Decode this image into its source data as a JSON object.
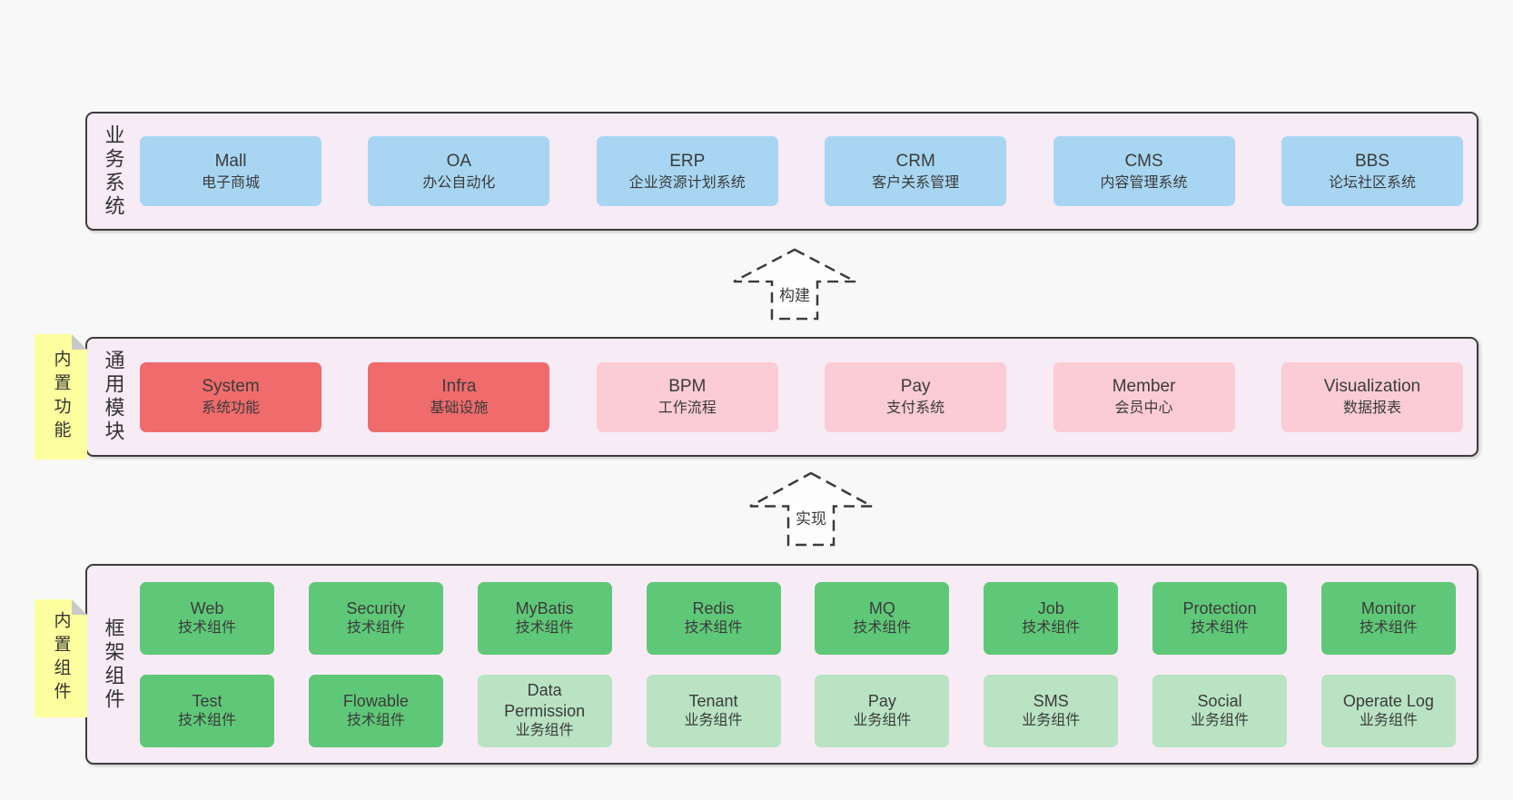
{
  "colors": {
    "page_bg": "#f8f8f8",
    "band_bg": "#f7ebf5",
    "band_border": "#3d3d3d",
    "business_box": "#a8d6f2",
    "core_module_box": "#ef6b6c",
    "optional_module_box": "#fbccd5",
    "tech_component_box": "#5fc878",
    "biz_component_box": "#b9e3c3",
    "note_bg": "#feff9e",
    "note_fold": "#c9c9c9",
    "text": "#3b3b3b"
  },
  "arrows": {
    "build": {
      "label": "构建"
    },
    "implement": {
      "label": "实现"
    }
  },
  "bands": {
    "business": {
      "label": "业务系统",
      "items": [
        {
          "name": "Mall",
          "desc": "电子商城"
        },
        {
          "name": "OA",
          "desc": "办公自动化"
        },
        {
          "name": "ERP",
          "desc": "企业资源计划系统"
        },
        {
          "name": "CRM",
          "desc": "客户关系管理"
        },
        {
          "name": "CMS",
          "desc": "内容管理系统"
        },
        {
          "name": "BBS",
          "desc": "论坛社区系统"
        }
      ]
    },
    "modules": {
      "label": "通用模块",
      "note": "内置功能",
      "items": [
        {
          "name": "System",
          "desc": "系统功能",
          "variant": "red"
        },
        {
          "name": "Infra",
          "desc": "基础设施",
          "variant": "red"
        },
        {
          "name": "BPM",
          "desc": "工作流程",
          "variant": "pink"
        },
        {
          "name": "Pay",
          "desc": "支付系统",
          "variant": "pink"
        },
        {
          "name": "Member",
          "desc": "会员中心",
          "variant": "pink"
        },
        {
          "name": "Visualization",
          "desc": "数据报表",
          "variant": "pink"
        }
      ]
    },
    "framework": {
      "label": "框架组件",
      "note": "内置组件",
      "rows": [
        [
          {
            "name": "Web",
            "desc": "技术组件",
            "variant": "green"
          },
          {
            "name": "Security",
            "desc": "技术组件",
            "variant": "green"
          },
          {
            "name": "MyBatis",
            "desc": "技术组件",
            "variant": "green"
          },
          {
            "name": "Redis",
            "desc": "技术组件",
            "variant": "green"
          },
          {
            "name": "MQ",
            "desc": "技术组件",
            "variant": "green"
          },
          {
            "name": "Job",
            "desc": "技术组件",
            "variant": "green"
          },
          {
            "name": "Protection",
            "desc": "技术组件",
            "variant": "green"
          },
          {
            "name": "Monitor",
            "desc": "技术组件",
            "variant": "green"
          }
        ],
        [
          {
            "name": "Test",
            "desc": "技术组件",
            "variant": "green"
          },
          {
            "name": "Flowable",
            "desc": "技术组件",
            "variant": "green"
          },
          {
            "name": "Data Permission",
            "desc": "业务组件",
            "variant": "green-light"
          },
          {
            "name": "Tenant",
            "desc": "业务组件",
            "variant": "green-light"
          },
          {
            "name": "Pay",
            "desc": "业务组件",
            "variant": "green-light"
          },
          {
            "name": "SMS",
            "desc": "业务组件",
            "variant": "green-light"
          },
          {
            "name": "Social",
            "desc": "业务组件",
            "variant": "green-light"
          },
          {
            "name": "Operate Log",
            "desc": "业务组件",
            "variant": "green-light"
          }
        ]
      ]
    }
  }
}
